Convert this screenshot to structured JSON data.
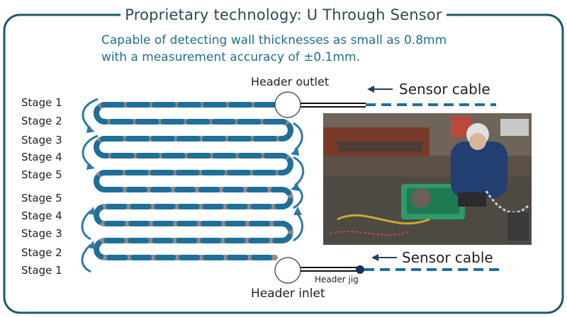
{
  "title": "Proprietary technology: U Through Sensor",
  "description": {
    "line1": "Capable of detecting wall thicknesses as small as 0.8mm",
    "line2": "with a measurement accuracy of ±0.1mm."
  },
  "stages_top": [
    "Stage 1",
    "Stage 2",
    "Stage 3",
    "Stage 4",
    "Stage 5"
  ],
  "stages_bottom": [
    "Stage 5",
    "Stage 4",
    "Stage 3",
    "Stage 2",
    "Stage 1"
  ],
  "header_outlet": "Header outlet",
  "header_inlet": "Header inlet",
  "header_jig": "Header jig",
  "sensor_cable_top": "Sensor cable",
  "sensor_cable_bottom": "Sensor cable",
  "colors": {
    "frame": "#1e5a6a",
    "tube_blue": "#1f6f99",
    "tube_grey": "#8f8f8f",
    "arrow": "#2a7aa6"
  }
}
